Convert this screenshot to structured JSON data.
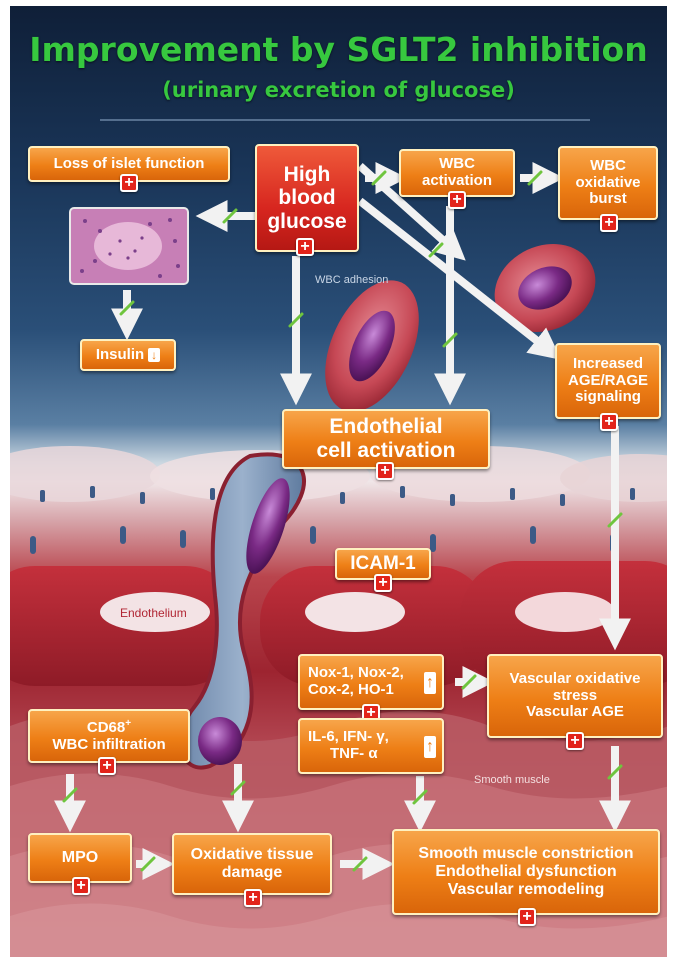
{
  "title": "Improvement by SGLT2 inhibition",
  "subtitle": "(urinary excretion of glucose)",
  "colors": {
    "title_green": "#37c83f",
    "box_orange": "#ee7f16",
    "box_red": "#d7261f",
    "plus_red": "#e2231a",
    "inhibit_green": "#6fc53e",
    "arrow_white": "#f2f2f2"
  },
  "boxes": {
    "loss_islet": "Loss of islet function",
    "high_glucose": [
      "High",
      "blood",
      "glucose"
    ],
    "wbc_activation": [
      "WBC",
      "activation"
    ],
    "wbc_burst": [
      "WBC",
      "oxidative",
      "burst"
    ],
    "insulin": "Insulin",
    "age_rage": [
      "Increased",
      "AGE/RAGE",
      "signaling"
    ],
    "endothelial_activation": [
      "Endothelial",
      "cell activation"
    ],
    "icam": "ICAM-1",
    "nox": [
      "Nox-1, Nox-2,",
      "Cox-2, HO-1"
    ],
    "il6": [
      "IL-6, IFN- γ,",
      "TNF- α"
    ],
    "vascular_stress": [
      "Vascular oxidative",
      "stress",
      "Vascular AGE"
    ],
    "cd68": [
      "CD68",
      "+",
      "WBC infiltration"
    ],
    "mpo": "MPO",
    "oxidative_damage": [
      "Oxidative tissue",
      "damage"
    ],
    "smooth_muscle": [
      "Smooth muscle constriction",
      "Endothelial dysfunction",
      "Vascular remodeling"
    ]
  },
  "labels": {
    "wbc_adhesion": "WBC adhesion",
    "endothelium": "Endothelium",
    "smooth_muscle": "Smooth muscle"
  },
  "icons": {
    "plus": "+",
    "up_arrow": "up-arrow-icon",
    "down_arrow": "down-arrow-icon",
    "inhibition_mark": "green-slash-icon"
  }
}
